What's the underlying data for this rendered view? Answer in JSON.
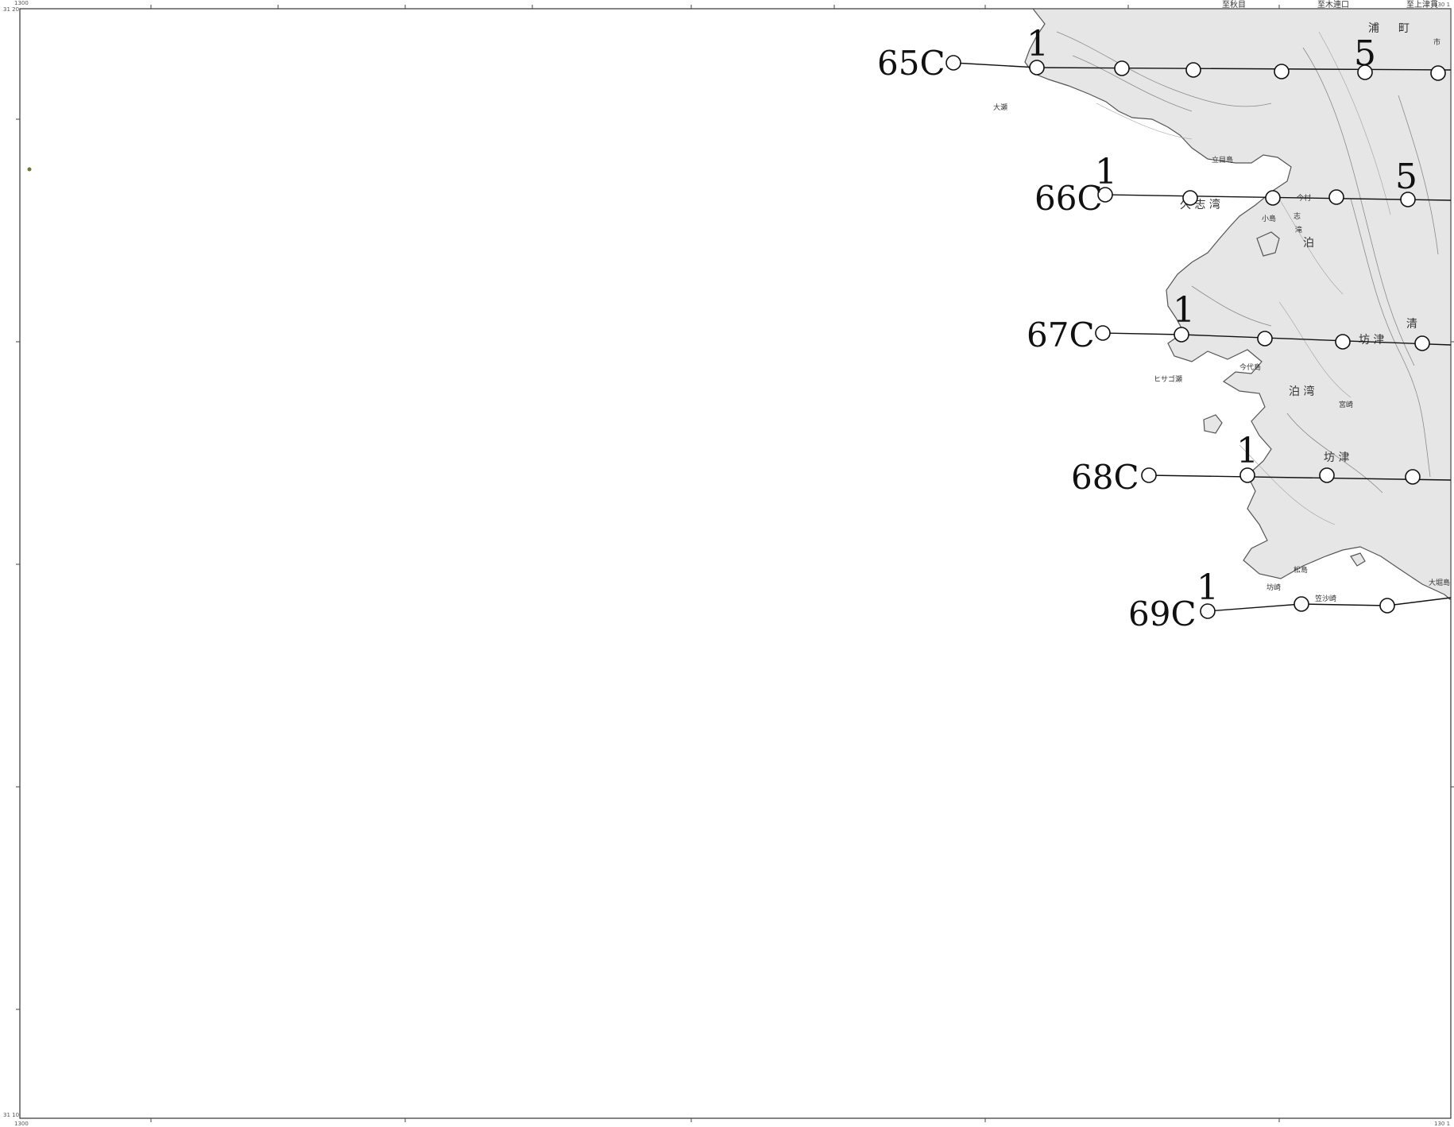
{
  "map": {
    "corners": {
      "top_left_top": "1300",
      "top_left_side": "31 20",
      "bottom_left_side": "31 10",
      "bottom_left_bottom": "1300",
      "top_right": "130 1",
      "bottom_right": "130 1"
    },
    "top_labels": [
      "至秋目",
      "至木連口",
      "至上津貫"
    ],
    "survey_lines": [
      {
        "name": "65C",
        "start_marker": "1",
        "end_marker": "5"
      },
      {
        "name": "66C",
        "start_marker": "1",
        "end_marker": "5"
      },
      {
        "name": "67C",
        "start_marker": "1"
      },
      {
        "name": "68C",
        "start_marker": "1"
      },
      {
        "name": "69C",
        "start_marker": "1"
      }
    ],
    "place_names": {
      "kushi_bay": "久 志 湾",
      "imamura": "今村",
      "shimizu": "清",
      "bounotsu": "坊 津",
      "tomari_bay": "泊 湾",
      "bounotsu_south": "坊 津",
      "ura": "浦",
      "machi": "町",
      "ichi": "市",
      "tachimejima": "立目島",
      "oose": "大瀬",
      "hisagose": "ヒサゴ瀬",
      "imashiromajima": "今代島",
      "kosima": "小島",
      "matsushima": "松島",
      "kasasaki": "笠沙崎",
      "oohorijima": "大堀島",
      "miyasaki": "宮崎",
      "bousaki": "坊崎",
      "tomari": "泊",
      "shizu": "志",
      "taki": "滝"
    }
  }
}
